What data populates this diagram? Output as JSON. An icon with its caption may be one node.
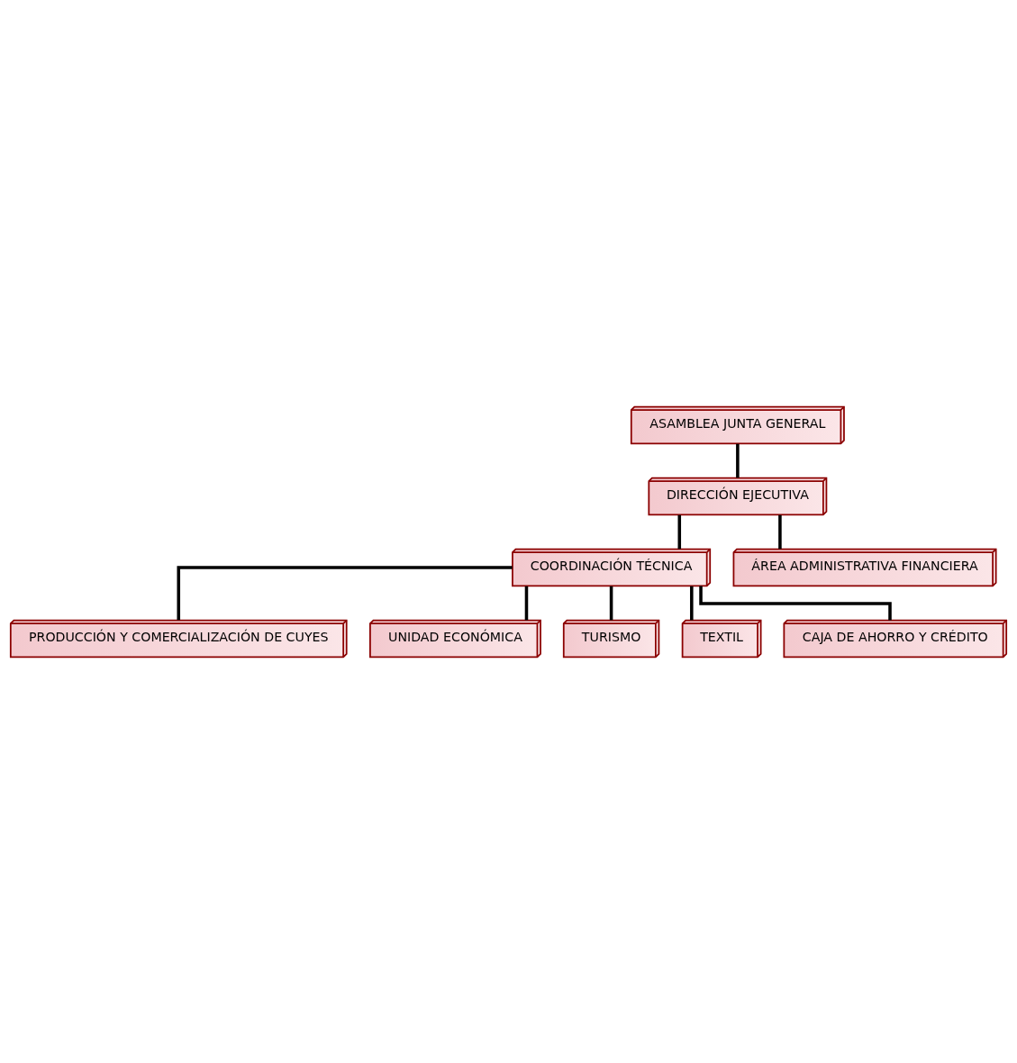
{
  "diagram": {
    "nodes": [
      {
        "text": [
          "ASAMBLEA JUNTA GENERAL"
        ]
      },
      {
        "text": [
          "DIRECCIÓN EJECUTIVA"
        ]
      },
      {
        "text": [
          "COORDINACIÓN TÉCNICA"
        ]
      },
      {
        "text": [
          "ÁREA ADMINISTRATIVA FINANCIERA"
        ]
      },
      {
        "text": [
          "PRODUCCIÓN Y COMERCIALIZACIÓN DE CUYES"
        ]
      },
      {
        "text": [
          "UNIDAD ECONÓMICA"
        ]
      },
      {
        "text": [
          "TURISMO"
        ]
      },
      {
        "text": [
          "TEXTIL"
        ]
      },
      {
        "text": [
          "CAJA DE AHORRO Y CRÉDITO"
        ]
      }
    ],
    "edges": [
      {
        "from": 0,
        "to": 1,
        "arrow": "none"
      },
      {
        "from": 1,
        "to": 2,
        "arrow": "none"
      },
      {
        "from": 1,
        "to": 3,
        "arrow": "none"
      },
      {
        "from": 2,
        "to": 4,
        "arrow": "none"
      },
      {
        "from": 2,
        "to": 5,
        "arrow": "none"
      },
      {
        "from": 2,
        "to": 6,
        "arrow": "none"
      },
      {
        "from": 2,
        "to": 7,
        "arrow": "none"
      },
      {
        "from": 2,
        "to": 8,
        "arrow": "none"
      }
    ]
  }
}
